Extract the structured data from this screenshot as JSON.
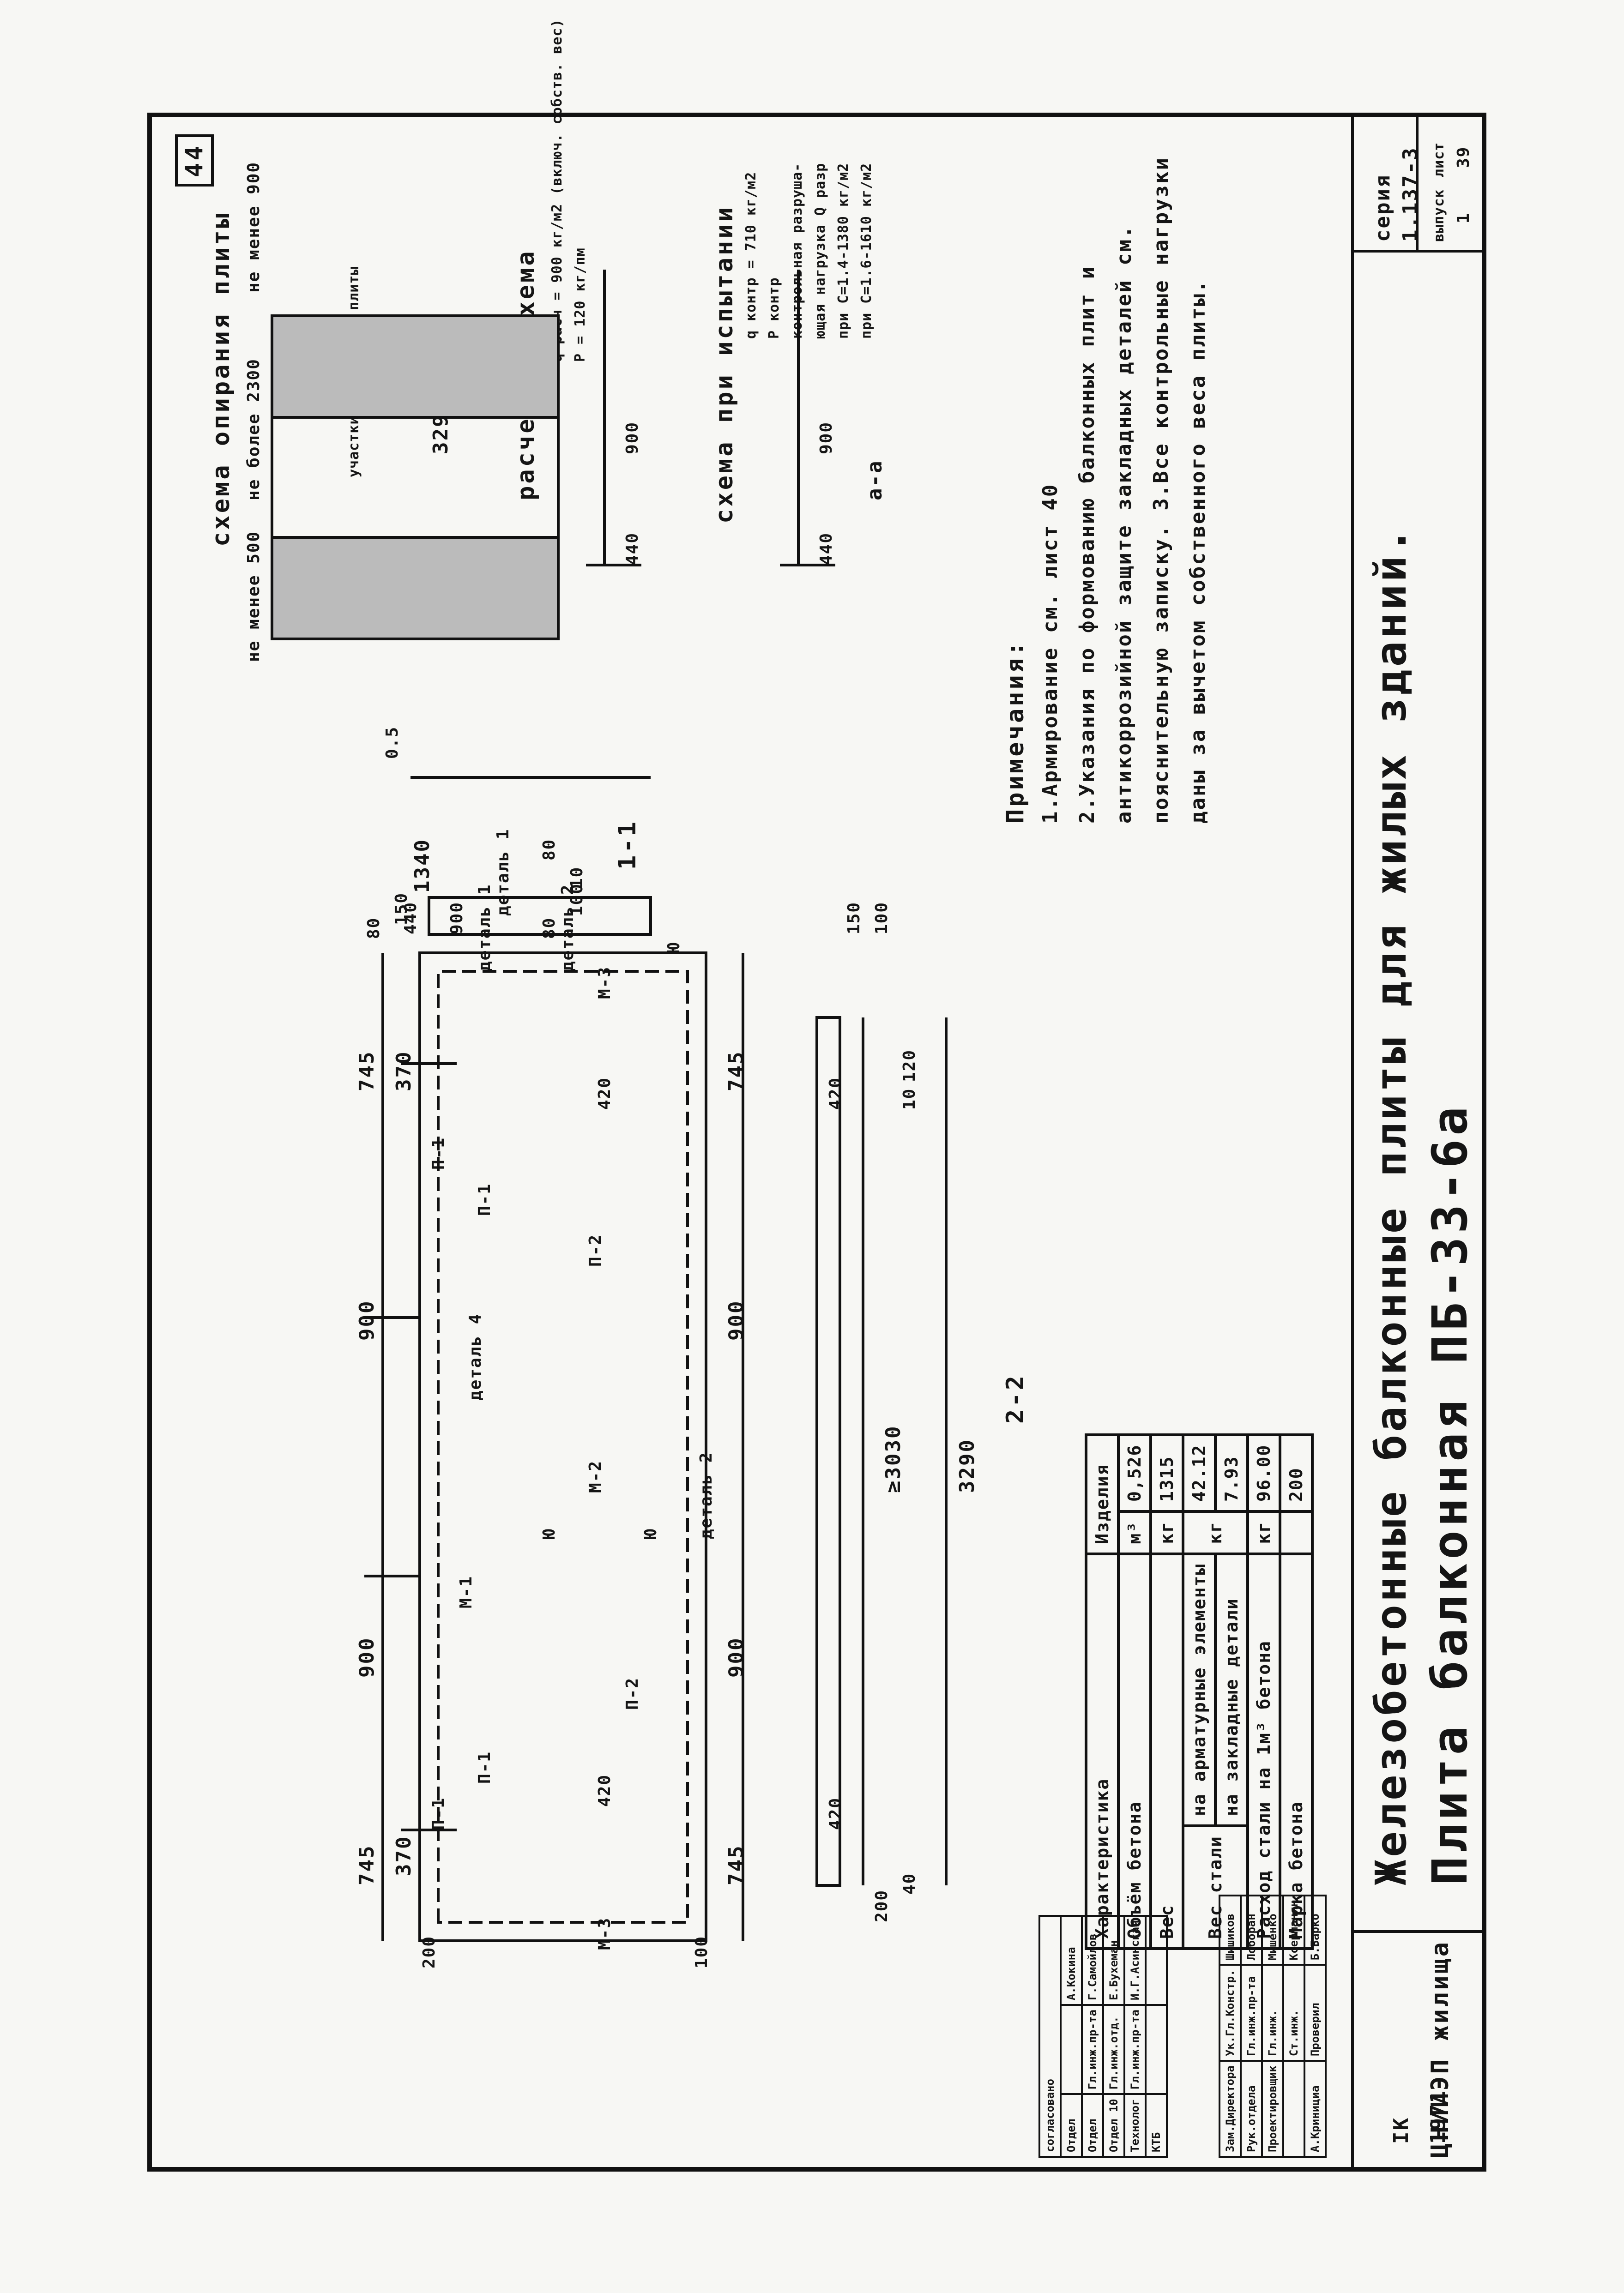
{
  "drawing": {
    "sheet_no": "44",
    "series_label": "серия",
    "series": "1.137-3",
    "issue_label": "выпуск",
    "issue": "1",
    "list_label": "лист",
    "list": "39",
    "code": "IK",
    "year": "1971",
    "title_main": "Железобетонные балконные плиты для жилых зданий.",
    "title_sub": "Плита балконная ПБ-33-6а"
  },
  "plan": {
    "dims_top": [
      "745",
      "370",
      "900",
      "900",
      "370",
      "745"
    ],
    "dims_bottom": [
      "745",
      "900",
      "900",
      "745"
    ],
    "labels": [
      "П-1",
      "П-1",
      "П-1",
      "П-1",
      "М-1",
      "М-2",
      "П-2",
      "П-2",
      "М-3",
      "М-3",
      "деталь 4",
      "деталь 2",
      "деталь 1",
      "Ю",
      "Ю",
      "Ю",
      "420",
      "420",
      "440",
      "900",
      "100",
      "200"
    ]
  },
  "section_11": {
    "name": "1-1",
    "dims": [
      "1340",
      "80",
      "150",
      "80",
      "100",
      "10",
      "80",
      "0.5"
    ],
    "details": [
      "деталь 1",
      "деталь 2"
    ]
  },
  "section_22": {
    "name": "2-2",
    "dims": [
      "≥3030",
      "3290",
      "420",
      "420",
      "150",
      "100",
      "200",
      "40",
      "10",
      "120"
    ]
  },
  "support_scheme": {
    "title": "схема опирания плиты",
    "limits": [
      "не менее 500",
      "не более 2300",
      "не менее 900"
    ],
    "zone": "участки защемления плиты",
    "dims": [
      "3290",
      "900",
      "440"
    ],
    "mark": "а"
  },
  "calc_scheme": {
    "title": "расчетная схема",
    "load": "q расч = 900 кг/м2 (включ. собств. вес)",
    "p": "P = 120 кг/пм",
    "dims": [
      "900",
      "440"
    ]
  },
  "test_scheme": {
    "title": "схема при испытании",
    "q": "q контр = 710 кг/м2",
    "p": "P контр",
    "notes": [
      "контрольная разруша-",
      "ющая нагрузка Q разр",
      "при С=1.4-1380 кг/м2",
      "при С=1.6-1610 кг/м2"
    ],
    "dims": [
      "900",
      "440"
    ],
    "section": "а-а"
  },
  "notes": {
    "heading": "Примечания:",
    "items": [
      "1.Армирование см. лист 40",
      "2.Указания по формованию балконных плит и",
      "антикоррозийной защите закладных деталей см.",
      "пояснительную записку. 3.Все контрольные нагрузки",
      "даны за вычетом собственного веса плиты."
    ]
  },
  "props_table": {
    "headers": [
      "Характеристика",
      "Изделия"
    ],
    "rows": [
      [
        "Объём бетона",
        "",
        "м³",
        "0,526"
      ],
      [
        "Вес",
        "",
        "кг",
        "1315"
      ],
      [
        "Вес стали",
        "на арматурные элементы",
        "кг",
        "42.12"
      ],
      [
        "",
        "на закладные детали",
        "",
        "7.93"
      ],
      [
        "Расход стали на 1м³ бетона",
        "",
        "кг",
        "96.00"
      ],
      [
        "Марка бетона",
        "",
        "",
        "200"
      ]
    ]
  },
  "stamp": {
    "header": "согласовано",
    "left_rows": [
      [
        "Зам.Директора",
        "Ук.Гл.Констр.",
        "Шишиков"
      ],
      [
        "Рук.отдела",
        "Гл.инж.пр-та",
        "Лоборан"
      ],
      [
        "Проектировщик",
        "Гл.инж.",
        "Мишенко"
      ],
      [
        "",
        "Ст.инж.",
        "Ксерманян"
      ],
      [
        "А.Кринициа",
        "Проверил",
        "Б.Барко"
      ]
    ],
    "right_rows": [
      [
        "Отдел",
        "А.Кокина"
      ],
      [
        "Отдел",
        "Гл.инж.пр-та",
        "Г.Самойлов"
      ],
      [
        "Отдел 10",
        "Гл.инж.отд.",
        "Е.Бухеман"
      ],
      [
        "Технолог",
        "Гл.инж.пр-та",
        "И.Г.Асинская"
      ],
      [
        "КТБ",
        ""
      ]
    ],
    "org": "ЦНИИЭП жилища"
  }
}
